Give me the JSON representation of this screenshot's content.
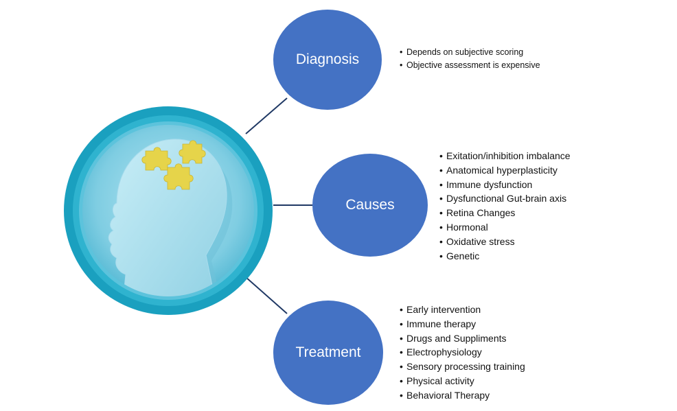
{
  "colors": {
    "node_fill": "#4472c4",
    "connector": "#1f3864",
    "head_ring_outer": "#1aa0bf",
    "head_inner": "#8fd3e6",
    "puzzle": "#e6d44a"
  },
  "icons": [
    "head-silhouette-icon",
    "puzzle-piece-icon"
  ],
  "nodes": {
    "diagnosis": {
      "label": "Diagnosis",
      "items": [
        "Depends on subjective scoring",
        "Objective assessment is expensive"
      ]
    },
    "causes": {
      "label": "Causes",
      "items": [
        "Exitation/inhibition imbalance",
        "Anatomical hyperplasticity",
        "Immune dysfunction",
        "Dysfunctional Gut-brain axis",
        "Retina Changes",
        "Hormonal",
        "Oxidative stress",
        "Genetic"
      ]
    },
    "treatment": {
      "label": "Treatment",
      "items": [
        "Early intervention",
        "Immune therapy",
        "Drugs and Suppliments",
        "Electrophysiology",
        "Sensory processing training",
        "Physical activity",
        "Behavioral Therapy"
      ]
    }
  }
}
